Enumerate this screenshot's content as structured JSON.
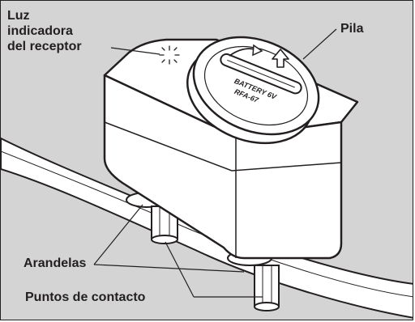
{
  "labels": {
    "light": [
      "Luz",
      "indicadora",
      "del receptor"
    ],
    "battery": "Pila",
    "washers": "Arandelas",
    "contacts": "Puntos de contacto"
  },
  "battery_cap": {
    "line1": "BATTERY  6V",
    "line2": "RFA-67"
  },
  "colors": {
    "background": "#d4d4d4",
    "device": "#ffffff",
    "stroke": "#231f20"
  }
}
